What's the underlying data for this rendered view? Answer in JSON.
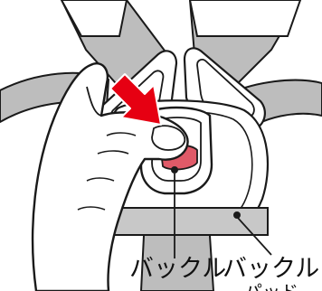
{
  "labels": {
    "buckle": "バックル",
    "buckle_pad_line1": "バックル",
    "buckle_pad_line2": "パッド"
  },
  "colors": {
    "outline": "#1a1a1a",
    "strap_gray": "#bdbdbd",
    "pad_gray": "#c8c8c8",
    "arrow_red": "#e60012",
    "button_red": "#e05a68",
    "background": "#ffffff"
  },
  "icons": {
    "arrow": "push-direction-arrow"
  }
}
